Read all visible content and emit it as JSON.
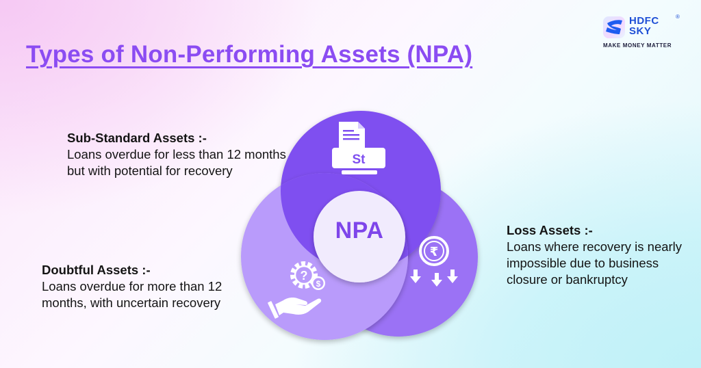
{
  "brand": {
    "name": "HDFC SKY",
    "line1": "HDFC",
    "line2": "SKY",
    "registered_mark": "®",
    "tagline": "MAKE MONEY MATTER",
    "color": "#1e4fd6"
  },
  "title": "Types of Non-Performing Assets (NPA)",
  "diagram": {
    "center_label": "NPA",
    "circles": [
      {
        "name": "Sub-Standard Assets",
        "icon": "document-st-icon",
        "icon_text": "St",
        "color": "#7f4ff0"
      },
      {
        "name": "Doubtful Assets",
        "icon": "gear-question-dollar-hand-icon",
        "color": "#b99bfb"
      },
      {
        "name": "Loss Assets",
        "icon": "rupee-down-arrows-icon",
        "color": "#9b72f5"
      }
    ],
    "center_color": "#f1ebfd"
  },
  "categories": {
    "sub_standard": {
      "heading": "Sub-Standard Assets :-",
      "text": "Loans overdue for less than 12 months but with potential for recovery"
    },
    "doubtful": {
      "heading": "Doubtful Assets :-",
      "text": "Loans overdue for more than 12 months, with uncertain recovery"
    },
    "loss": {
      "heading": "Loss Assets :-",
      "text": "Loans where recovery is nearly impossible due to business closure or bankruptcy"
    }
  },
  "colors": {
    "title": "#8b4cf2",
    "text": "#141414",
    "bg_top_left": "#f7cdf5",
    "bg_bottom_right": "#c2f2f8"
  }
}
